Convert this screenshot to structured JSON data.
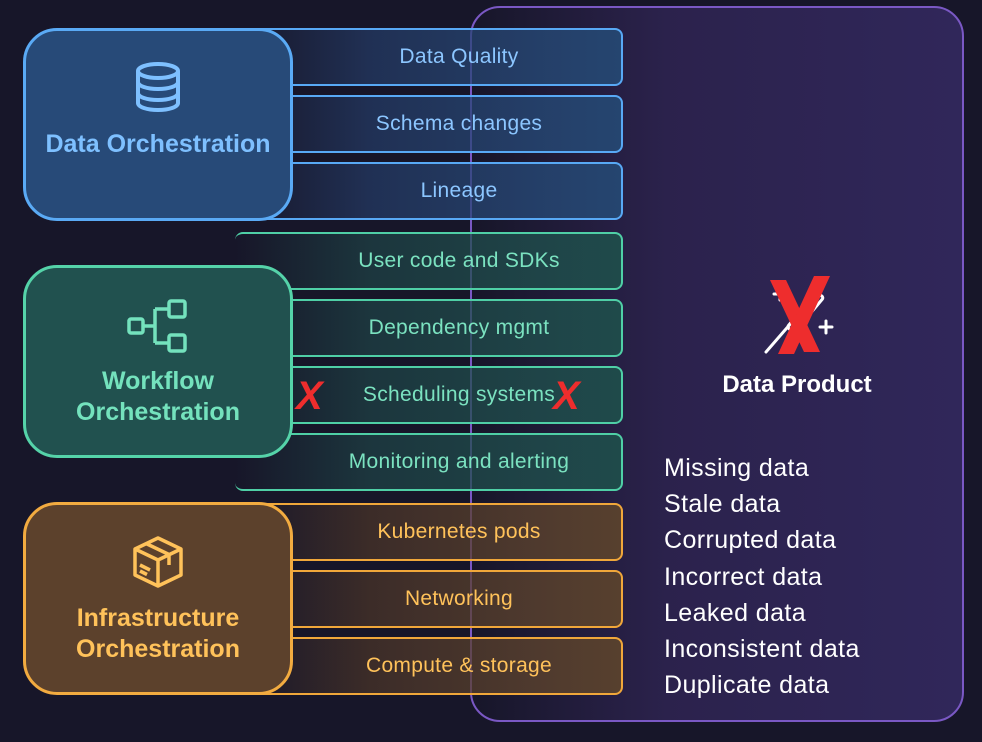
{
  "layers": [
    {
      "id": "data",
      "title": "Data Orchestration",
      "color": "#7ec0ff",
      "icon": "database-icon",
      "items": [
        "Data Quality",
        "Schema changes",
        "Lineage"
      ]
    },
    {
      "id": "workflow",
      "title": "Workflow Orchestration",
      "color": "#74e2bd",
      "icon": "workflow-tree-icon",
      "items": [
        "User code and SDKs",
        "Dependency mgmt",
        "Scheduling systems",
        "Monitoring and alerting"
      ]
    },
    {
      "id": "infrastructure",
      "title": "Infrastructure Orchestration",
      "color": "#ffc25a",
      "icon": "package-box-icon",
      "items": [
        "Kubernetes pods",
        "Networking",
        "Compute & storage"
      ]
    }
  ],
  "marks": {
    "x": "X"
  },
  "product": {
    "title": "Data Product",
    "icon": "sparkle-wand-crossed-icon",
    "issues": [
      "Missing data",
      "Stale data",
      "Corrupted data",
      "Incorrect data",
      "Leaked data",
      "Inconsistent data",
      "Duplicate data"
    ]
  },
  "colors": {
    "background": "#171629",
    "panel_border": "#7a58c4",
    "x_mark": "#ee2d2d"
  }
}
